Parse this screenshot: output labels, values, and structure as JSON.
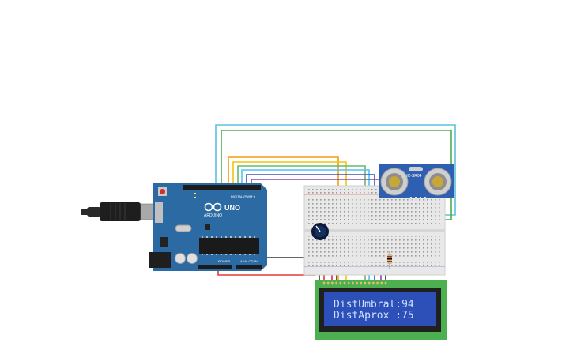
{
  "arduino": {
    "model": "UNO",
    "brand": "ARDUINO",
    "digital_label": "DIGITAL (PWM~)",
    "power_label": "POWER",
    "analog_label": "ANALOG IN"
  },
  "sensor": {
    "label": "HC-SR04"
  },
  "lcd": {
    "line1": "DistUmbral:94",
    "line2": "DistAprox :75"
  },
  "colors": {
    "arduino_board": "#2b6aa3",
    "breadboard": "#e8e8e8",
    "lcd_pcb": "#4caf50",
    "lcd_screen": "#2c4fb8",
    "sensor_pcb": "#2f5fb0",
    "wire_red": "#e53935",
    "wire_black": "#333333"
  }
}
